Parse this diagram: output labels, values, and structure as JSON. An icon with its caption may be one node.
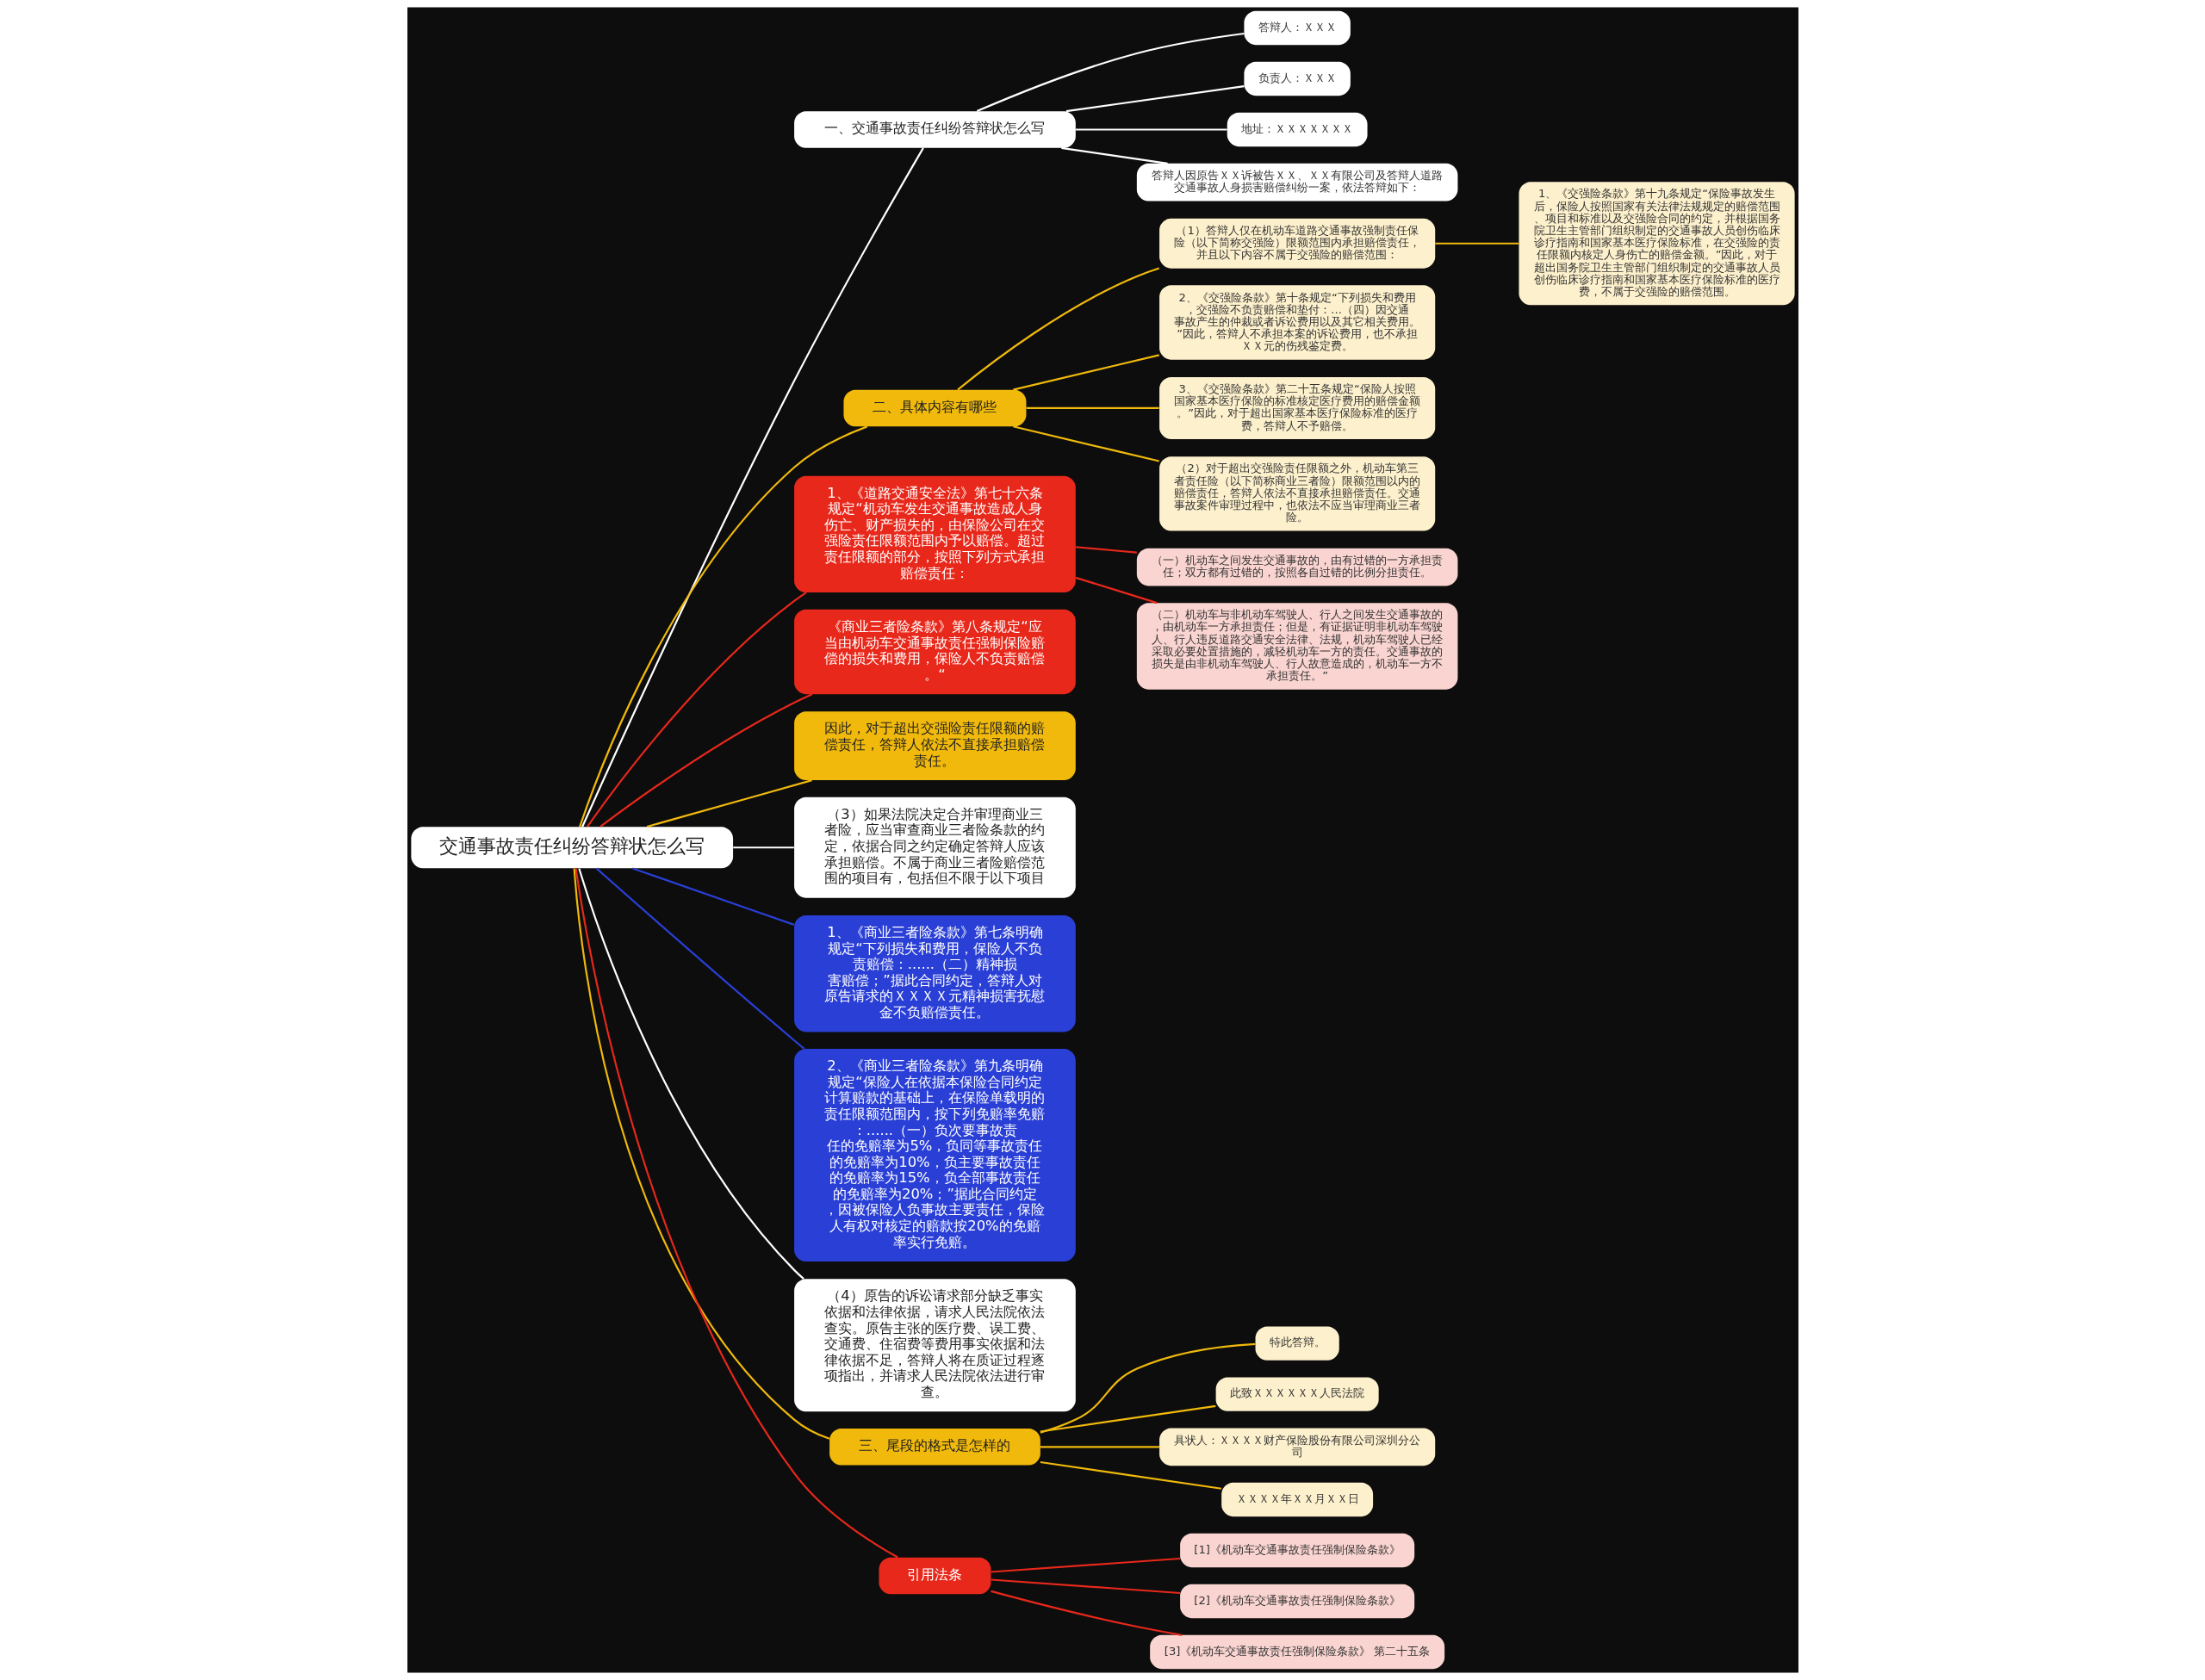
{
  "diagram": {
    "nodes": [
      {
        "text": [
          "交通事故责任纠纷答辩状怎么写"
        ]
      },
      {
        "text": [
          "一、交通事故责任纠纷答辩状怎么写"
        ]
      },
      {
        "text": [
          "答辩人：ＸＸＸ"
        ]
      },
      {
        "text": [
          "负责人：ＸＸＸ"
        ]
      },
      {
        "text": [
          "地址：ＸＸＸＸＸＸＸ"
        ]
      },
      {
        "text": [
          "答辩人因原告ＸＸ诉被告ＸＸ、ＸＸ有限公司及答辩人道路交通事故人身损害赔偿纠纷一案，依法答辩如下："
        ]
      },
      {
        "text": [
          "二、具体内容有哪些"
        ]
      },
      {
        "text": [
          "（1）答辩人仅在机动车道路交通事故强制责任保险（以下简称交强险）限额范围内承担赔偿责任，并且以下内容不属于交强险的赔偿范围："
        ]
      },
      {
        "text": [
          "1、《交强险条款》第十九条规定“保险事故发生后，保险人按照国家有关法律法规规定的赔偿范围、项目和标准以及交强险合同的约定，并根据国务院卫生主管部门组织制定的交通事故人员创伤临床诊疗指南和国家基本医疗保险标准，在交强险的责任限额内核定人身伤亡的赔偿金额。”因此，对于超出国务院卫生主管部门组织制定的交通事故人员创伤临床诊疗指南和国家基本医疗保险标准的医疗费，不属于交强险的赔偿范围。"
        ]
      },
      {
        "text": [
          "2、《交强险条款》第十条规定“下列损失和费用，交强险不负责赔偿和垫付：...（四）因交通事故产生的仲裁或者诉讼费用以及其它相关费用。”因此，答辩人不承担本案的诉讼费用，也不承担ＸＸ元的伤残鉴定费。"
        ]
      },
      {
        "text": [
          "3、《交强险条款》第二十五条规定“保险人按照国家基本医疗保险的标准核定医疗费用的赔偿金额。”因此，对于超出国家基本医疗保险标准的医疗费，答辩人不予赔偿。"
        ]
      },
      {
        "text": [
          "（2）对于超出交强险责任限额之外，机动车第三者责任险（以下简称商业三者险）限额范围以内的赔偿责任，答辩人依法不直接承担赔偿责任。交通事故案件审理过程中，也依法不应当审理商业三者险。"
        ]
      },
      {
        "text": [
          "1、《道路交通安全法》第七十六条规定“机动车发生交通事故造成人身伤亡、财产损失的，由保险公司在交强险责任限额范围内予以赔偿。超过责任限额的部分，按照下列方式承担赔偿责任："
        ]
      },
      {
        "text": [
          "（一）机动车之间发生交通事故的，由有过错的一方承担责任；双方都有过错的，按照各自过错的比例分担责任。"
        ]
      },
      {
        "text": [
          "（二）机动车与非机动车驾驶人、行人之间发生交通事故的，由机动车一方承担责任；但是，有证据证明非机动车驾驶人、行人违反道路交通安全法律、法规，机动车驾驶人已经采取必要处置措施的，减轻机动车一方的责任。交通事故的损失是由非机动车驾驶人、行人故意造成的，机动车一方不承担责任。”"
        ]
      },
      {
        "text": [
          "《商业三者险条款》第八条规定“应当由机动车交通事故责任强制保险赔偿的损失和费用，保险人不负责赔偿。“"
        ]
      },
      {
        "text": [
          "因此，对于超出交强险责任限额的赔偿责任，答辩人依法不直接承担赔偿责任。"
        ]
      },
      {
        "text": [
          "（3）如果法院决定合并审理商业三者险，应当审查商业三者险条款的约定，依据合同之约定确定答辩人应该承担赔偿。不属于商业三者险赔偿范围的项目有，包括但不限于以下项目"
        ]
      },
      {
        "text": [
          "1、《商业三者险条款》第七条明确规定“下列损失和费用，保险人不负责赔偿：......（二）精神损害赔偿；”据此合同约定，答辩人对原告请求的ＸＸＸＸ元精神损害抚慰金不负赔偿责任。"
        ]
      },
      {
        "text": [
          "2、《商业三者险条款》第九条明确规定“保险人在依据本保险合同约定计算赔款的基础上，在保险单载明的责任限额范围内，按下列免赔率免赔：......（一）负次要事故责任的免赔率为5%，负同等事故责任的免赔率为10%，负主要事故责任的免赔率为15%，负全部事故责任的免赔率为20%；”据此合同约定，因被保险人负事故主要责任，保险人有权对核定的赔款按20%的免赔率实行免赔。"
        ]
      },
      {
        "text": [
          "（4）原告的诉讼请求部分缺乏事实依据和法律依据，请求人民法院依法查实。原告主张的医疗费、误工费、交通费、住宿费等费用事实依据和法律依据不足，答辩人将在质证过程逐项指出，并请求人民法院依法进行审查。"
        ]
      },
      {
        "text": [
          "三、尾段的格式是怎样的"
        ]
      },
      {
        "text": [
          "特此答辩。"
        ]
      },
      {
        "text": [
          "此致ＸＸＸＸＸＸ人民法院"
        ]
      },
      {
        "text": [
          "具状人：ＸＸＸＸ财产保险股份有限公司深圳分公司"
        ]
      },
      {
        "text": [
          "ＸＸＸＸ年ＸＸ月ＸＸ日"
        ]
      },
      {
        "text": [
          "引用法条"
        ]
      },
      {
        "text": [
          "[1]《机动车交通事故责任强制保险条款》"
        ]
      },
      {
        "text": [
          "[2]《机动车交通事故责任强制保险条款》"
        ]
      },
      {
        "text": [
          "[3]《机动车交通事故责任强制保险条款》 第二十五条"
        ]
      }
    ],
    "edges": [
      {
        "from": 0,
        "to": 1,
        "arrow": "none",
        "color": "#ffffff"
      },
      {
        "from": 1,
        "to": 2,
        "arrow": "none",
        "color": "#ffffff"
      },
      {
        "from": 1,
        "to": 3,
        "arrow": "none",
        "color": "#ffffff"
      },
      {
        "from": 1,
        "to": 4,
        "arrow": "none",
        "color": "#ffffff"
      },
      {
        "from": 1,
        "to": 5,
        "arrow": "none",
        "color": "#ffffff"
      },
      {
        "from": 0,
        "to": 6,
        "arrow": "none",
        "color": "#f0b90b"
      },
      {
        "from": 6,
        "to": 7,
        "arrow": "none",
        "color": "#f0b90b"
      },
      {
        "from": 7,
        "to": 8,
        "arrow": "none",
        "color": "#f0b90b"
      },
      {
        "from": 6,
        "to": 9,
        "arrow": "none",
        "color": "#f0b90b"
      },
      {
        "from": 6,
        "to": 10,
        "arrow": "none",
        "color": "#f0b90b"
      },
      {
        "from": 6,
        "to": 11,
        "arrow": "none",
        "color": "#f0b90b"
      },
      {
        "from": 0,
        "to": 12,
        "arrow": "none",
        "color": "#e8281b"
      },
      {
        "from": 12,
        "to": 13,
        "arrow": "none",
        "color": "#e8281b"
      },
      {
        "from": 12,
        "to": 14,
        "arrow": "none",
        "color": "#e8281b"
      },
      {
        "from": 0,
        "to": 15,
        "arrow": "none",
        "color": "#e8281b"
      },
      {
        "from": 0,
        "to": 16,
        "arrow": "none",
        "color": "#f0b90b"
      },
      {
        "from": 0,
        "to": 17,
        "arrow": "none",
        "color": "#ffffff"
      },
      {
        "from": 0,
        "to": 18,
        "arrow": "none",
        "color": "#2a3fd6"
      },
      {
        "from": 0,
        "to": 19,
        "arrow": "none",
        "color": "#2a3fd6"
      },
      {
        "from": 0,
        "to": 20,
        "arrow": "none",
        "color": "#ffffff"
      },
      {
        "from": 0,
        "to": 21,
        "arrow": "none",
        "color": "#f0b90b"
      },
      {
        "from": 21,
        "to": 22,
        "arrow": "none",
        "color": "#f0b90b"
      },
      {
        "from": 21,
        "to": 23,
        "arrow": "none",
        "color": "#f0b90b"
      },
      {
        "from": 21,
        "to": 24,
        "arrow": "none",
        "color": "#f0b90b"
      },
      {
        "from": 21,
        "to": 25,
        "arrow": "none",
        "color": "#f0b90b"
      },
      {
        "from": 0,
        "to": 26,
        "arrow": "none",
        "color": "#e8281b"
      },
      {
        "from": 26,
        "to": 27,
        "arrow": "none",
        "color": "#e8281b"
      },
      {
        "from": 26,
        "to": 28,
        "arrow": "none",
        "color": "#e8281b"
      },
      {
        "from": 26,
        "to": 29,
        "arrow": "none",
        "color": "#e8281b"
      }
    ]
  }
}
